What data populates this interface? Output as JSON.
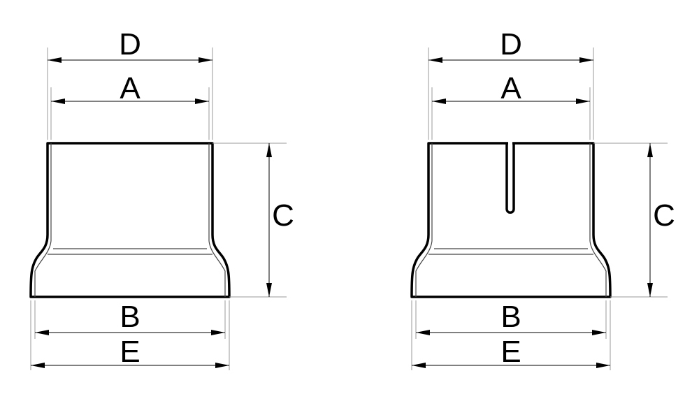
{
  "drawing": {
    "left": {
      "labels": {
        "D": "D",
        "A": "A",
        "C": "C",
        "B": "B",
        "E": "E"
      },
      "slotted": false
    },
    "right": {
      "labels": {
        "D": "D",
        "A": "A",
        "C": "C",
        "B": "B",
        "E": "E"
      },
      "slotted": true
    }
  }
}
